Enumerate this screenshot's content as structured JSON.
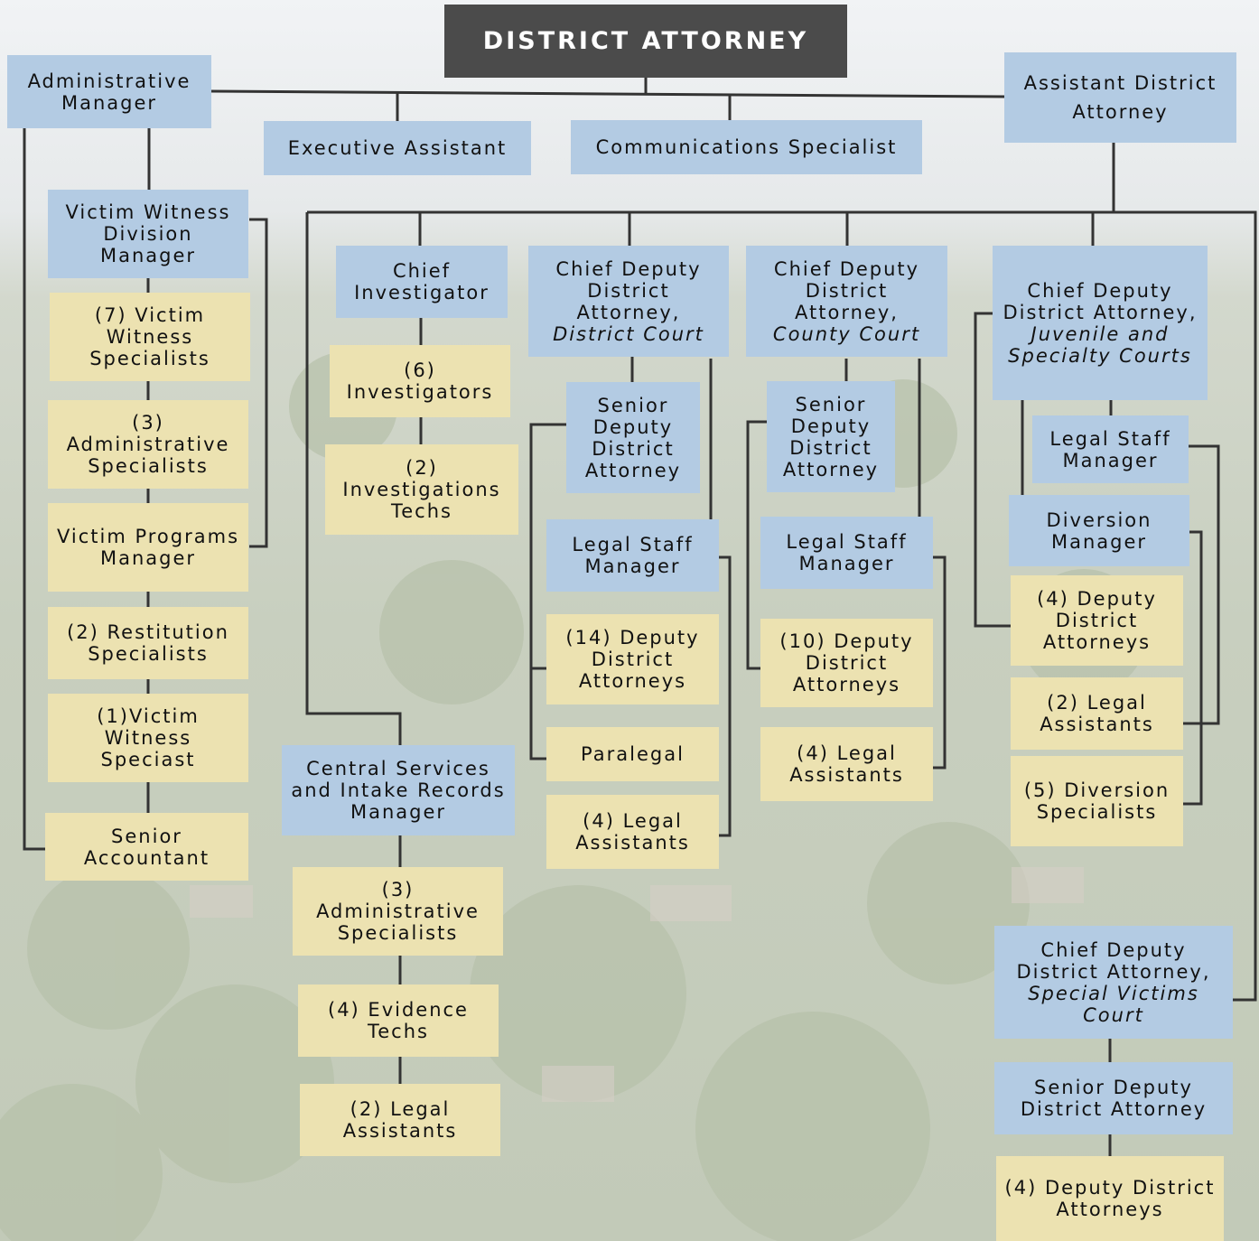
{
  "title": "DISTRICT ATTORNEY",
  "colors": {
    "manager_box": "#b3cbe3",
    "staff_box": "#ece2b1",
    "top_box": "#4b4b4b",
    "connector": "#333333"
  },
  "nodes": {
    "admin_manager": "Administrative Manager",
    "executive_assistant": "Executive Assistant",
    "communications_specialist": "Communications Specialist",
    "assistant_da": "Assistant District Attorney",
    "vw_division_manager": "Victim Witness Division Manager",
    "vw_specialists": "(7) Victim Witness Specialists",
    "vw_admin_specialists": "(3) Administrative Specialists",
    "victim_programs_manager": "Victim Programs Manager",
    "restitution_specialists": "(2) Restitution Specialists",
    "vw_speciast": "(1)Victim Witness Speciast",
    "senior_accountant": "Senior Accountant",
    "chief_investigator": "Chief Investigator",
    "investigators": "(6) Investigators",
    "investigations_techs": "(2) Investigations Techs",
    "central_services_manager": "Central Services and Intake Records Manager",
    "cs_admin_specialists": "(3) Administrative Specialists",
    "evidence_techs": "(4) Evidence Techs",
    "cs_legal_assistants": "(2) Legal Assistants",
    "cdda_district": {
      "title": "Chief Deputy District Attorney,",
      "court": "District Court"
    },
    "dc_senior_dda": "Senior Deputy District Attorney",
    "dc_legal_staff_manager": "Legal Staff Manager",
    "dc_deputies": "(14) Deputy District Attorneys",
    "dc_paralegal": "Paralegal",
    "dc_legal_assistants": "(4) Legal Assistants",
    "cdda_county": {
      "title": "Chief Deputy District Attorney,",
      "court": "County Court"
    },
    "cc_senior_dda": "Senior Deputy District Attorney",
    "cc_legal_staff_manager": "Legal Staff Manager",
    "cc_deputies": "(10) Deputy District Attorneys",
    "cc_legal_assistants": "(4) Legal Assistants",
    "cdda_juvenile": {
      "title": "Chief Deputy District Attorney,",
      "court": "Juvenile and Specialty Courts"
    },
    "jc_legal_staff_manager": "Legal Staff Manager",
    "diversion_manager": "Diversion Manager",
    "jc_deputies": "(4) Deputy District Attorneys",
    "jc_legal_assistants": "(2) Legal Assistants",
    "diversion_specialists": "(5) Diversion Specialists",
    "cdda_svc": {
      "title": "Chief Deputy District Attorney,",
      "court": "Special Victims Court"
    },
    "svc_senior_dda": "Senior Deputy District Attorney",
    "svc_deputies": "(4) Deputy District Attorneys"
  }
}
